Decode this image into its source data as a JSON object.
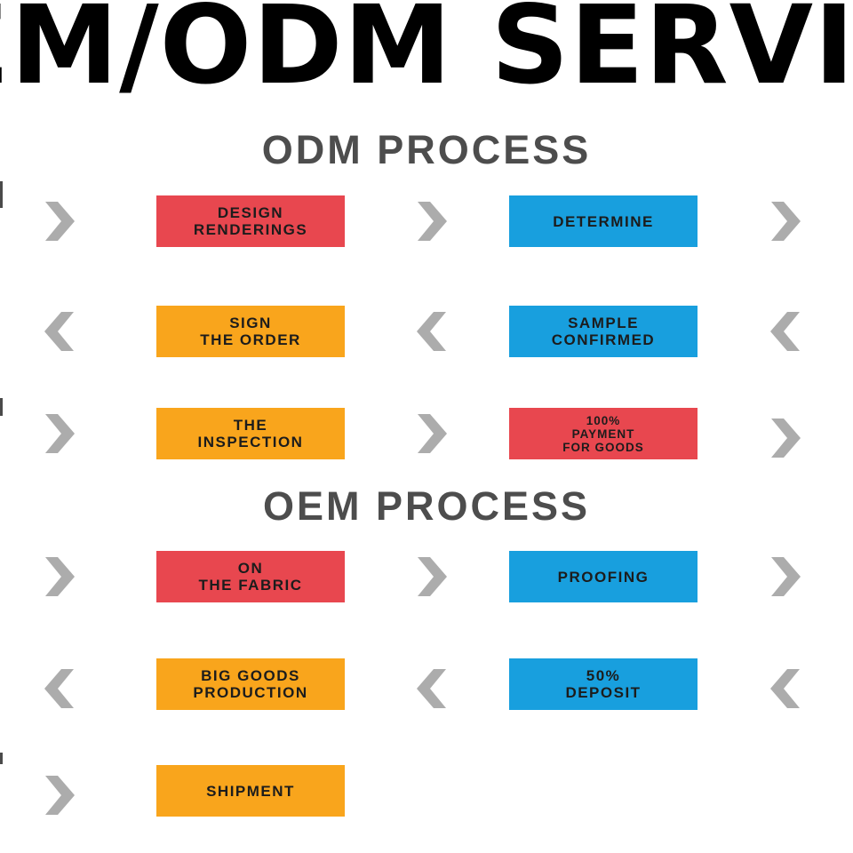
{
  "title": "OEM/ODM SERVICE",
  "colors": {
    "red": "#E8474F",
    "blue": "#189FDE",
    "orange": "#F9A51C",
    "chevron_gray": "#ACACAC",
    "heading_gray": "#4D4D4D",
    "box_text": "#1C1C1C",
    "title_black": "#000000",
    "background": "#FFFFFF"
  },
  "sections": [
    {
      "heading": "ODM PROCESS",
      "rows": [
        {
          "direction": "right",
          "arrow_icon": "chevron-right",
          "boxes": [
            {
              "color": "red",
              "lines": [
                "DESIGN",
                "RENDERINGS"
              ]
            },
            {
              "color": "blue",
              "lines": [
                "DETERMINE"
              ]
            }
          ]
        },
        {
          "direction": "left",
          "arrow_icon": "chevron-left",
          "boxes": [
            {
              "color": "orange",
              "lines": [
                "SIGN",
                "THE ORDER"
              ]
            },
            {
              "color": "blue",
              "lines": [
                "SAMPLE",
                "CONFIRMED"
              ]
            }
          ]
        },
        {
          "direction": "right",
          "arrow_icon": "chevron-right",
          "boxes": [
            {
              "color": "orange",
              "lines": [
                "THE",
                "INSPECTION"
              ]
            },
            {
              "color": "red",
              "lines": [
                "100%",
                "PAYMENT",
                "FOR GOODS"
              ]
            }
          ]
        }
      ]
    },
    {
      "heading": "OEM PROCESS",
      "rows": [
        {
          "direction": "right",
          "arrow_icon": "chevron-right",
          "boxes": [
            {
              "color": "red",
              "lines": [
                "ON",
                "THE FABRIC"
              ]
            },
            {
              "color": "blue",
              "lines": [
                "PROOFING"
              ]
            }
          ]
        },
        {
          "direction": "left",
          "arrow_icon": "chevron-left",
          "boxes": [
            {
              "color": "orange",
              "lines": [
                "BIG GOODS",
                "PRODUCTION"
              ]
            },
            {
              "color": "blue",
              "lines": [
                "50%",
                "DEPOSIT"
              ]
            }
          ]
        },
        {
          "direction": "right",
          "arrow_icon": "chevron-right",
          "boxes": [
            {
              "color": "orange",
              "lines": [
                "SHIPMENT"
              ]
            }
          ]
        }
      ]
    }
  ]
}
